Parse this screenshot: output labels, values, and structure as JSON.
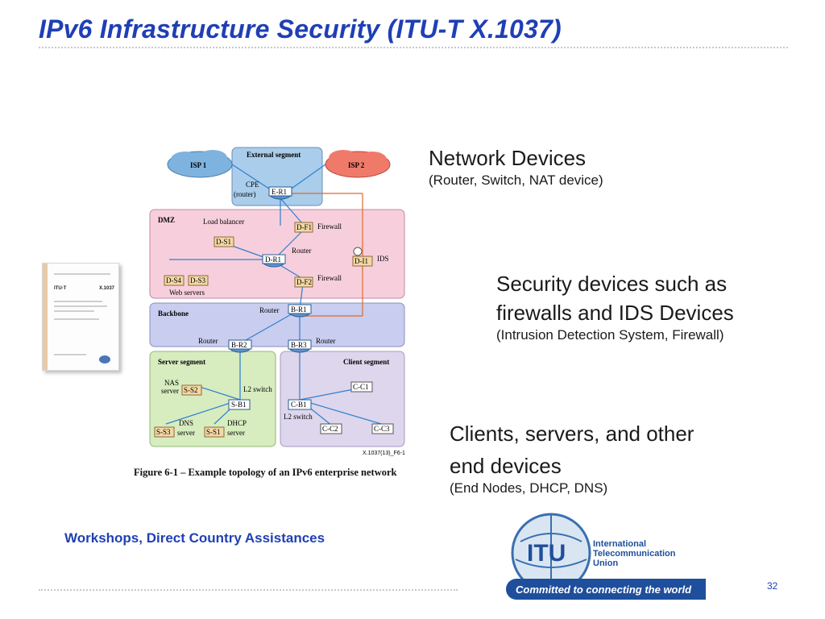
{
  "slide": {
    "title": "IPv6 Infrastructure Security (ITU-T X.1037)",
    "page_number": "32",
    "footer_text": "Workshops, Direct Country Assistances"
  },
  "doc_thumbnail": {
    "label_left": "ITU-T",
    "label_right": "X.1037"
  },
  "figure": {
    "caption": "Figure 6-1 – Example topology of an IPv6 enterprise network",
    "figure_id": "X.1037(13)_F6-1",
    "segments": {
      "external": "External segment",
      "dmz": "DMZ",
      "backbone": "Backbone",
      "server": "Server segment",
      "client": "Client segment"
    },
    "clouds": {
      "isp1": "ISP 1",
      "isp2": "ISP 2"
    },
    "nodes": {
      "cpe_label": "CPE",
      "cpe_sub": "(router)",
      "er1": "E-R1",
      "lb_label": "Load balancer",
      "ds1": "D-S1",
      "df1": "D-F1",
      "firewall1": "Firewall",
      "dr1": "D-R1",
      "router_dmz": "Router",
      "di1": "D-I1",
      "ids": "IDS",
      "df2": "D-F2",
      "firewall2": "Firewall",
      "ds4": "D-S4",
      "ds3": "D-S3",
      "web_servers": "Web servers",
      "br1": "B-R1",
      "router_bb": "Router",
      "br2": "B-R2",
      "router_left": "Router",
      "br3": "B-R3",
      "router_right": "Router",
      "nas": "NAS",
      "server_word": "server",
      "ss2": "S-S2",
      "l2switch_server": "L2 switch",
      "sb1": "S-B1",
      "dns": "DNS",
      "server_word_dns": "server",
      "ss3": "S-S3",
      "dhcp": "DHCP",
      "server_word_dhcp": "server",
      "ss1": "S-S1",
      "cb1": "C-B1",
      "l2switch_client": "L2 switch",
      "cc1": "C-C1",
      "cc2": "C-C2",
      "cc3": "C-C3"
    }
  },
  "annotations": {
    "network_devices": {
      "heading": "Network Devices",
      "sub": "(Router, Switch, NAT device)"
    },
    "security_devices": {
      "line1": "Security devices such as",
      "line2": "firewalls and IDS Devices",
      "sub": "(Intrusion Detection System, Firewall)"
    },
    "end_devices": {
      "line1": "Clients, servers, and other",
      "line2": "end devices",
      "sub": "(End Nodes, DHCP, DNS)"
    }
  },
  "itu_logo": {
    "mark": "ITU",
    "name_line1": "International",
    "name_line2": "Telecommunication",
    "name_line3": "Union",
    "slogan": "Committed to connecting the world"
  },
  "colors": {
    "title_blue": "#1f3fb5",
    "external_segment": "#a9cdea",
    "dmz_segment": "#f7cfdc",
    "backbone_segment": "#c9cdef",
    "server_segment": "#d7ecbf",
    "client_segment": "#ddd6ec",
    "cloud_blue": "#7fb3df",
    "cloud_red": "#f07a6a"
  }
}
